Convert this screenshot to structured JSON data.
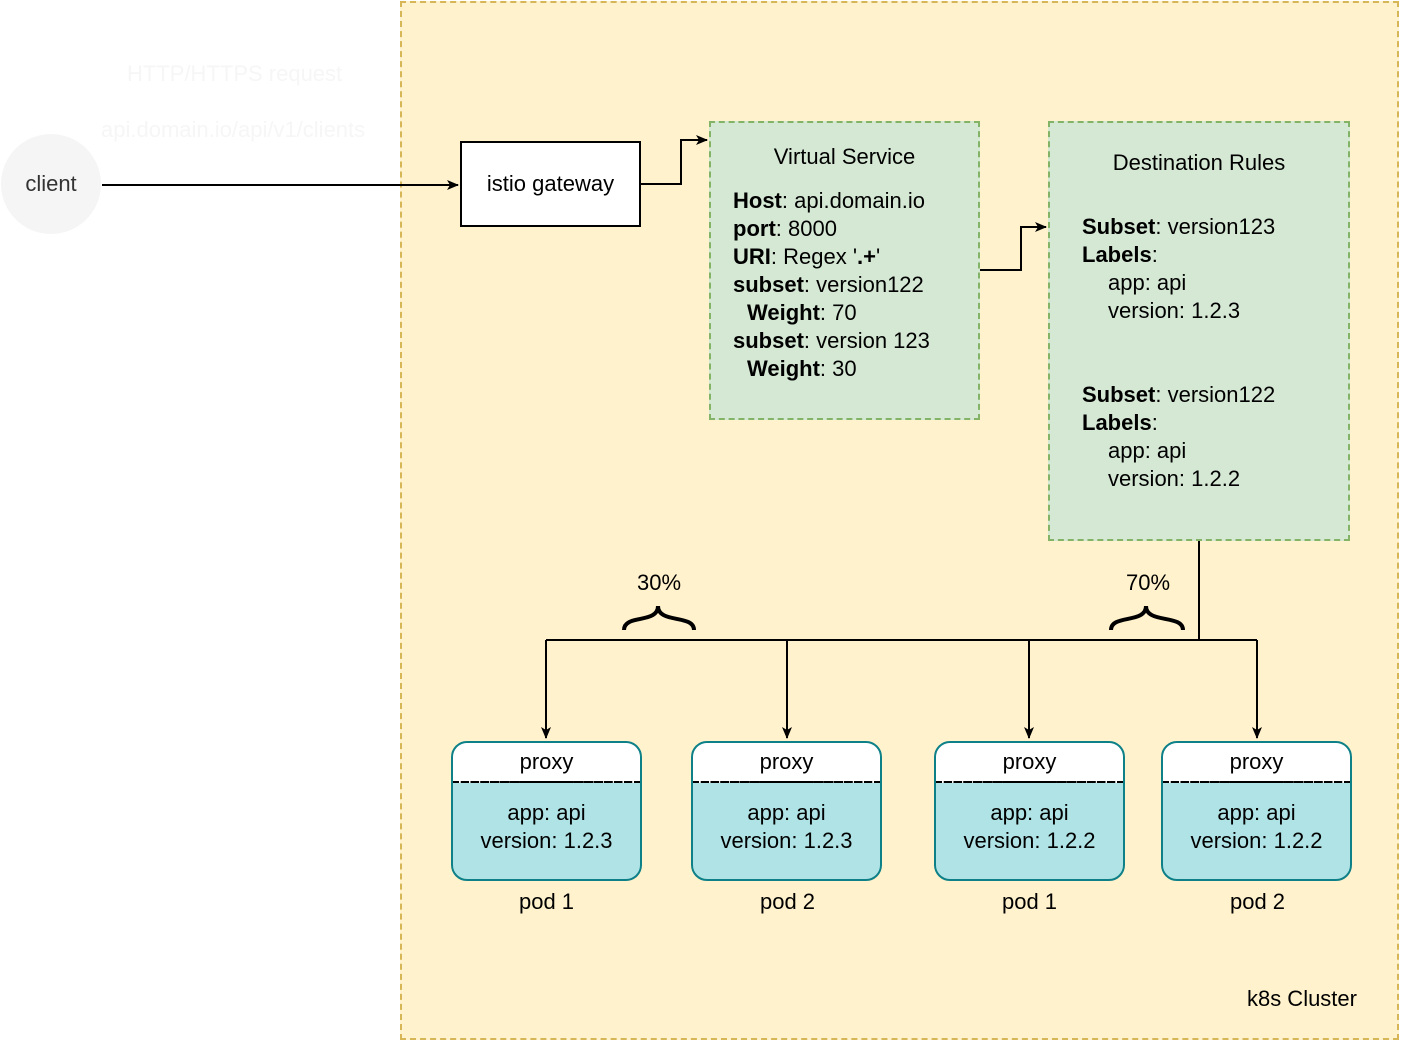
{
  "cluster": {
    "label": "k8s Cluster"
  },
  "request": {
    "label": "HTTP/HTTPS request",
    "url": "api.domain.io/api/v1/clients"
  },
  "client": {
    "label": "client"
  },
  "gateway": {
    "label": "istio gateway"
  },
  "virtual_service": {
    "title": "Virtual Service",
    "host_key": "Host",
    "host_value": ": api.domain.io",
    "port_key": "port",
    "port_value": ": 8000",
    "uri_key": "URI",
    "uri_value_pre": ": Regex '",
    "uri_value_bold": ".+",
    "uri_value_post": "'",
    "subset1_key": "subset",
    "subset1_value": ": version122",
    "weight1_key": "Weight",
    "weight1_value": ": 70",
    "subset2_key": "subset",
    "subset2_value": ": version 123",
    "weight2_key": "Weight",
    "weight2_value": ": 30"
  },
  "destination_rules": {
    "title": "Destination Rules",
    "rule1": {
      "subset_key": "Subset",
      "subset_value": ": version123",
      "labels_key": "Labels",
      "labels_colon": ":",
      "app": "app: api",
      "version": "version: 1.2.3"
    },
    "rule2": {
      "subset_key": "Subset",
      "subset_value": ": version122",
      "labels_key": "Labels",
      "labels_colon": ":",
      "app": "app: api",
      "version": "version: 1.2.2"
    }
  },
  "split": {
    "left_percent": "30%",
    "right_percent": "70%"
  },
  "pods": [
    {
      "proxy": "proxy",
      "app": "app: api",
      "version": "version: 1.2.3",
      "caption": "pod 1"
    },
    {
      "proxy": "proxy",
      "app": "app: api",
      "version": "version: 1.2.3",
      "caption": "pod 2"
    },
    {
      "proxy": "proxy",
      "app": "app: api",
      "version": "version: 1.2.2",
      "caption": "pod 1"
    },
    {
      "proxy": "proxy",
      "app": "app: api",
      "version": "version: 1.2.2",
      "caption": "pod 2"
    }
  ],
  "colors": {
    "cluster_fill": "#fff2cc",
    "cluster_border": "#d6b656",
    "green_fill": "#d5e8d4",
    "green_border": "#82b366",
    "pod_fill": "#b0e3e6",
    "pod_border": "#0e8088"
  }
}
